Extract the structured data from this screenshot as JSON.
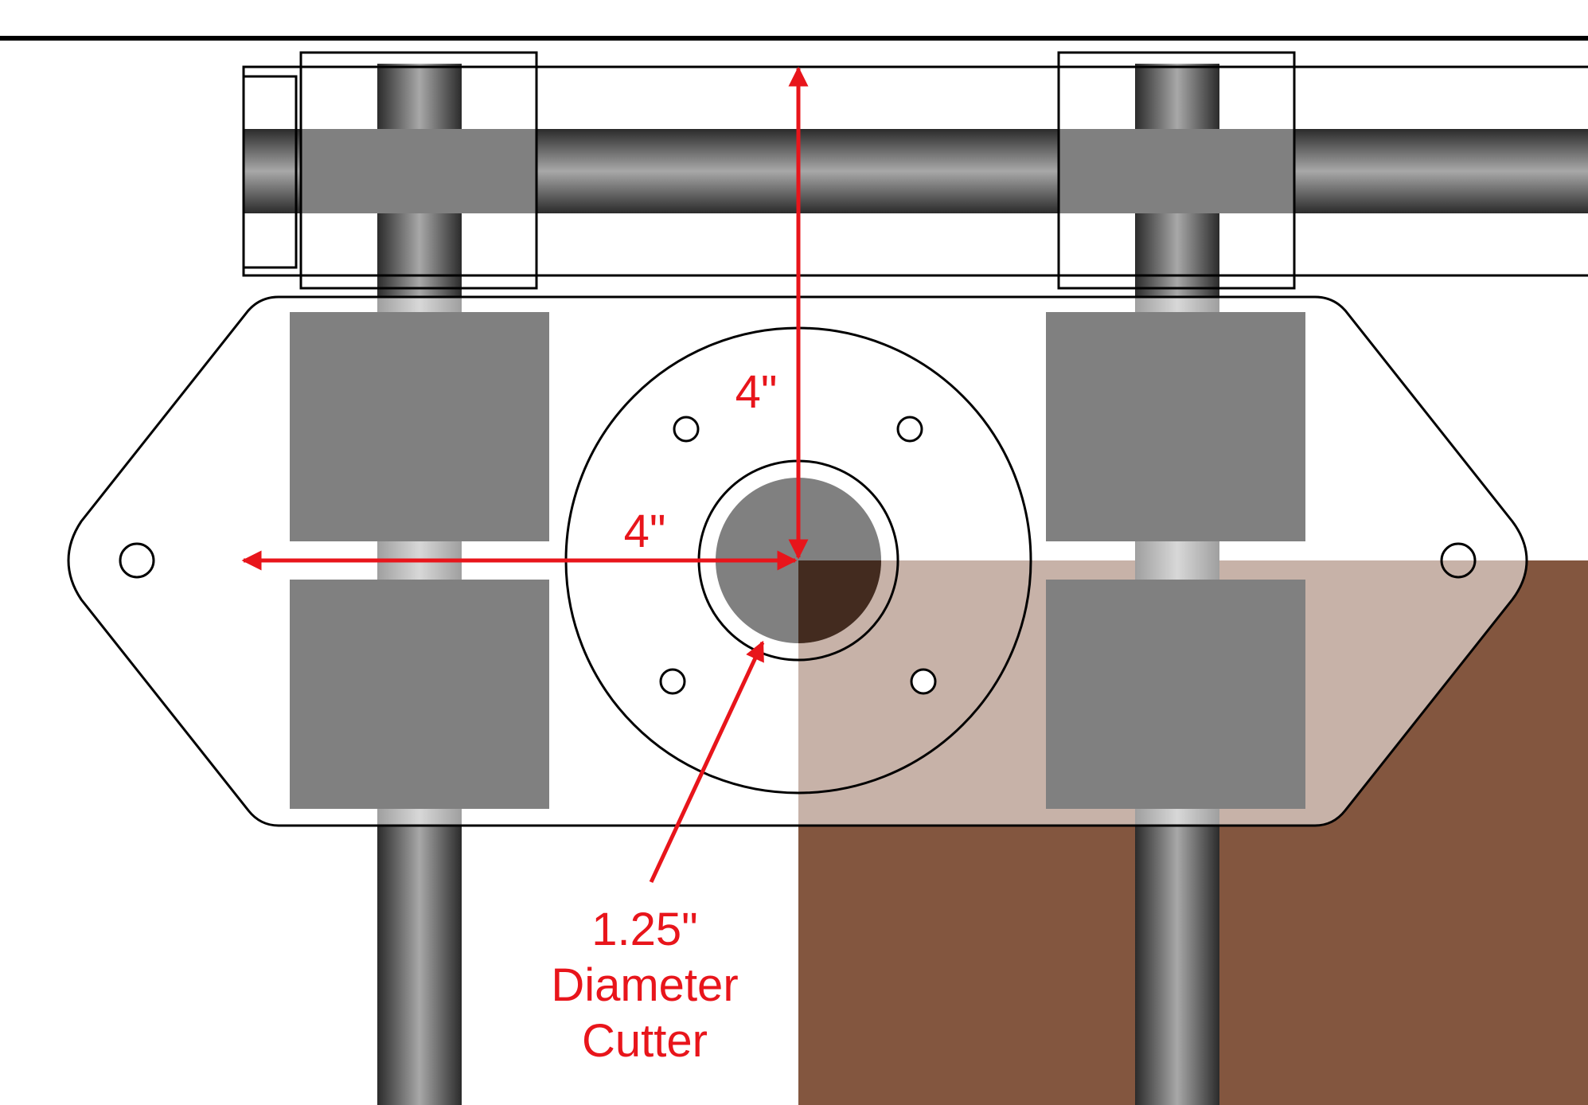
{
  "annotations": {
    "vertical_distance": "4\"",
    "horizontal_distance": "4\"",
    "cutter_line1": "1.25\"",
    "cutter_line2": "Diameter",
    "cutter_line3": "Cutter"
  },
  "colors": {
    "dimension": "#e8151b",
    "block": "#808080",
    "wood": "#83563f",
    "wood_dark": "#432b1f",
    "outline": "#000000",
    "background": "#ffffff"
  }
}
